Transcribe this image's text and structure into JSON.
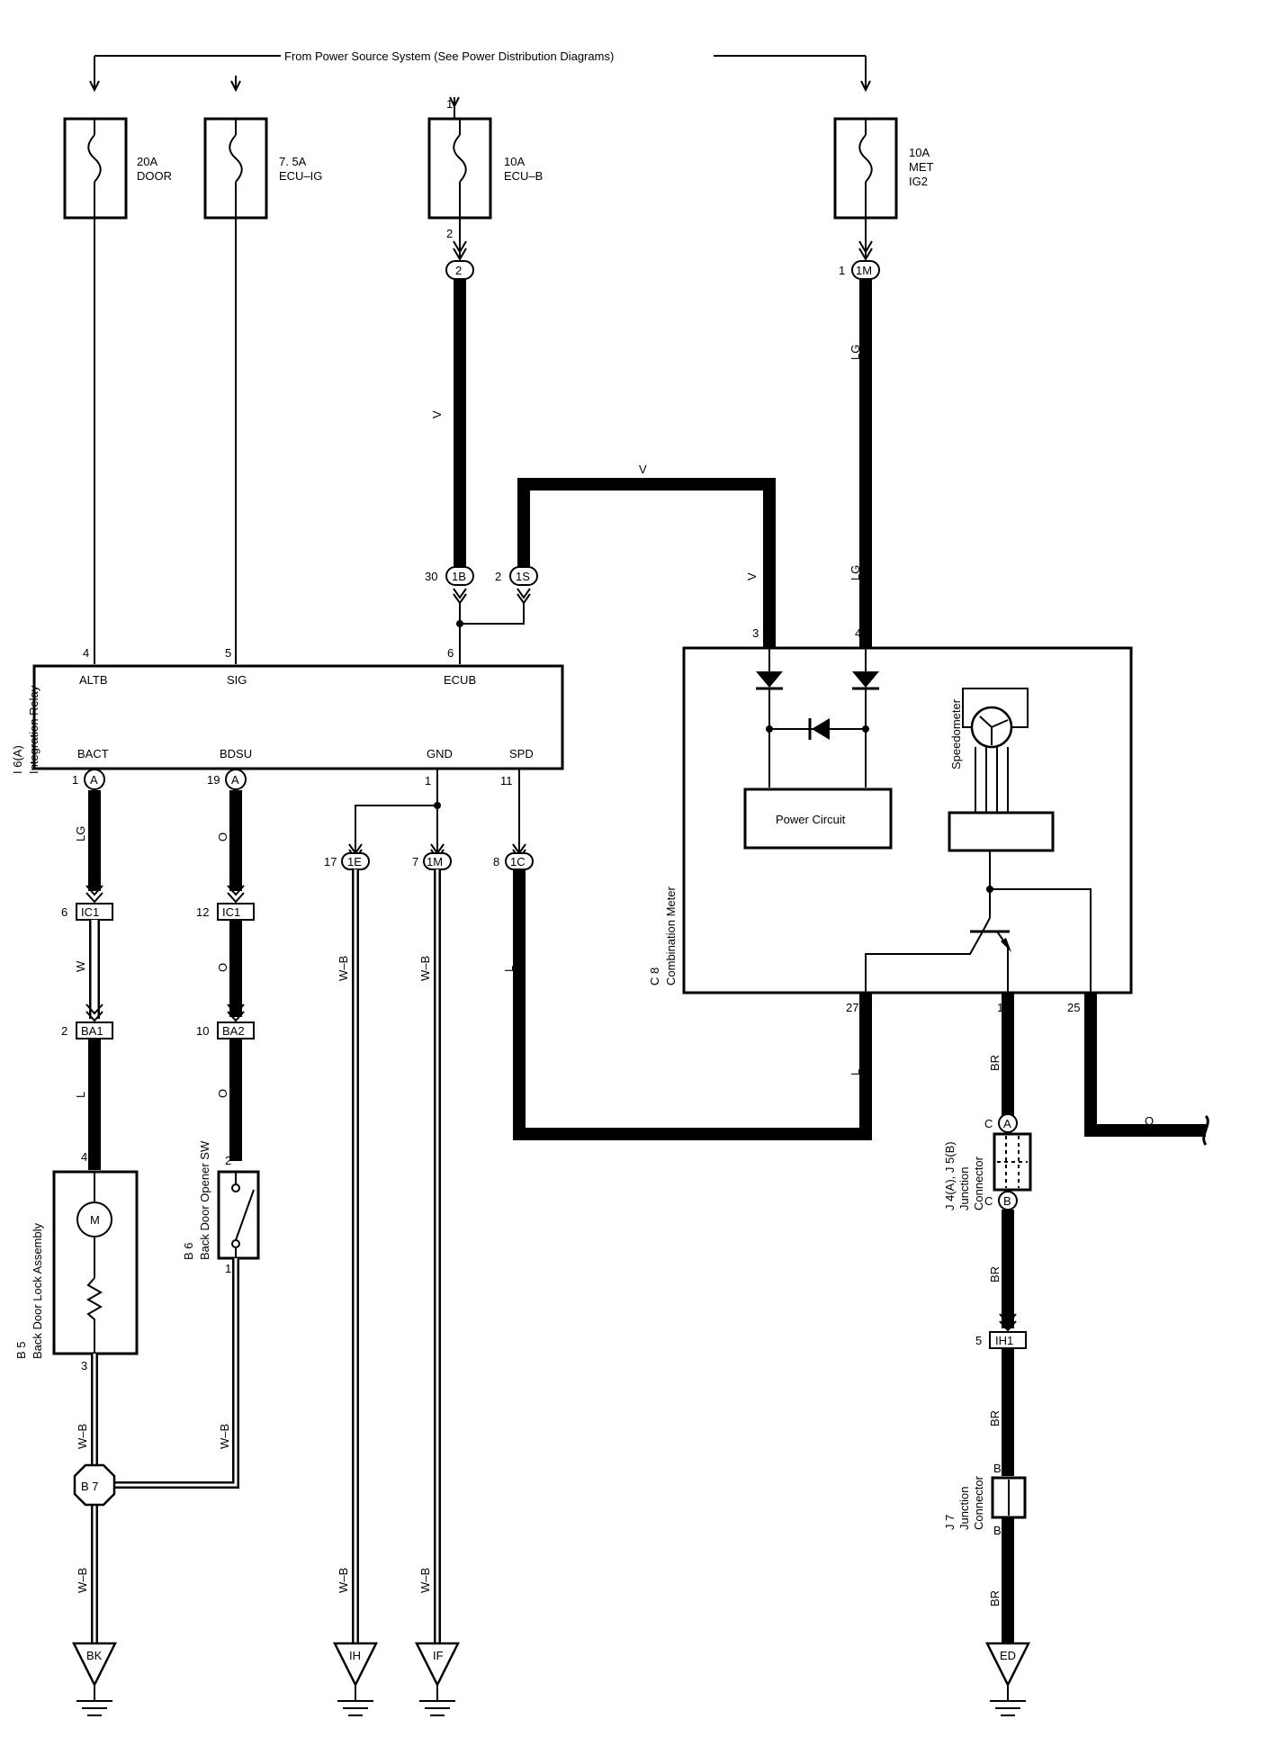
{
  "title": "From Power Source System (See Power Distribution Diagrams)",
  "fuses": [
    {
      "id": "fuse-door",
      "amp": "20A",
      "name": "DOOR",
      "name2": ""
    },
    {
      "id": "fuse-ecu-ig",
      "amp": "7. 5A",
      "name": "ECU–IG",
      "name2": ""
    },
    {
      "id": "fuse-ecu-b",
      "amp": "10A",
      "name": "ECU–B",
      "name2": "",
      "pin_in": "1",
      "pin_out": "2"
    },
    {
      "id": "fuse-met-ig2",
      "amp": "10A",
      "name": "MET",
      "name2": "IG2"
    }
  ],
  "connectors": {
    "c2": "2",
    "c1m_top": "1M",
    "c1m_top_pin": "1",
    "c1b": "1B",
    "c1b_pin": "30",
    "c1s": "1S",
    "c1s_pin": "2",
    "bact_a": "A",
    "bact_pin": "1",
    "bdsu_a": "A",
    "bdsu_pin": "19",
    "gnd_pin": "1",
    "spd_pin": "11",
    "c1e": "1E",
    "c1e_pin": "17",
    "c1m": "1M",
    "c1m_pin": "7",
    "c1c": "1C",
    "c1c_pin": "8",
    "ic1_a": "IC1",
    "ic1_a_pin": "6",
    "ic1_b": "IC1",
    "ic1_b_pin": "12",
    "ba1": "BA1",
    "ba1_pin": "2",
    "ba2": "BA2",
    "ba2_pin": "10",
    "ih1": "IH1",
    "ih1_pin": "5",
    "jc_a": "A",
    "jc_a_c": "C",
    "jc_b": "B",
    "jc_b_c": "C",
    "j7_b_top": "B",
    "j7_b_bot": "B",
    "b7": "B 7"
  },
  "relay": {
    "ref": "I 6(A)",
    "name": "Integration Relay",
    "pins_top": [
      {
        "num": "4",
        "name": "ALTB"
      },
      {
        "num": "5",
        "name": "SIG"
      },
      {
        "num": "6",
        "name": "ECUB"
      }
    ],
    "pins_bottom": [
      {
        "name": "BACT"
      },
      {
        "name": "BDSU"
      },
      {
        "name": "GND"
      },
      {
        "name": "SPD"
      }
    ]
  },
  "meter": {
    "ref": "C 8",
    "name": "Combination Meter",
    "power_circuit": "Power Circuit",
    "speedometer": "Speedometer",
    "pin3": "3",
    "pin4": "4",
    "pin27": "27",
    "pin1": "1",
    "pin25": "25"
  },
  "components": {
    "b5_ref": "B 5",
    "b5_name": "Back Door Lock Assembly",
    "b5_pin_top": "4",
    "b5_pin_bot": "3",
    "motor": "M",
    "b6_ref": "B 6",
    "b6_name": "Back Door Opener SW",
    "b6_pin_top": "2",
    "b6_pin_bot": "1",
    "j4_ref": "J 4(A), J 5(B)",
    "j4_name1": "Junction",
    "j4_name2": "Connector",
    "j7_ref": "J 7",
    "j7_name1": "Junction",
    "j7_name2": "Connector"
  },
  "wire_colors": {
    "v1": "V",
    "v2": "V",
    "v3": "V",
    "lg1": "LG",
    "lg2": "LG",
    "lg3": "LG",
    "o1": "O",
    "o2": "O",
    "o3": "O",
    "o4": "O",
    "w1": "W",
    "l1": "L",
    "l2": "L",
    "l3": "L",
    "wb1": "W–B",
    "wb2": "W–B",
    "wb3": "W–B",
    "wb4": "W–B",
    "wb5": "W–B",
    "wb6": "W–B",
    "wb7": "W–B",
    "br1": "BR",
    "br2": "BR",
    "br3": "BR",
    "br4": "BR"
  },
  "grounds": {
    "bk": "BK",
    "ih": "IH",
    "if": "IF",
    "ed": "ED"
  }
}
